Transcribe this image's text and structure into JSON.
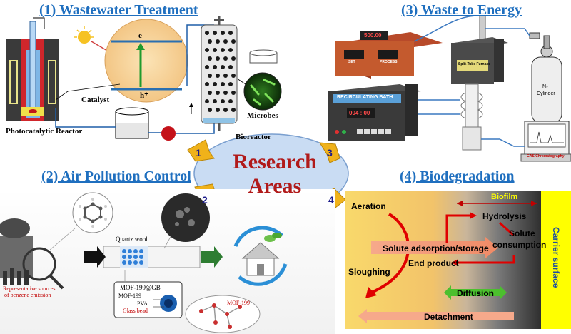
{
  "center": {
    "line1": "Research",
    "line2": "Areas"
  },
  "arrows": [
    "1",
    "2",
    "3",
    "4"
  ],
  "sections": {
    "wastewater": {
      "title": "(1) Wastewater Treatment",
      "labels": {
        "reactor": "Photocatalytic Reactor",
        "catalyst": "Catalyst",
        "electron": "e⁻",
        "hole": "h⁺",
        "microbes": "Microbes",
        "bioreactor": "Bioreactor"
      }
    },
    "energy": {
      "title": "(3) Waste to Energy",
      "labels": {
        "display1": "500.00",
        "display2": "004 : 00",
        "recirc": "RECIRCULATING BATH",
        "set": "SET",
        "process": "PROCESS",
        "furnace": "Split-Tube Furnace",
        "cylinder_line1": "N₂",
        "cylinder_line2": "Cylinder",
        "gc": "GAS Chromatography"
      }
    },
    "air": {
      "title": "(2) Air Pollution Control",
      "labels": {
        "quartz": "Quartz wool",
        "sources_line1": "Representative sources",
        "sources_line2": "of benzene emission",
        "mofgb": "MOF-199@GB",
        "mof": "MOF-199",
        "pva": "PVA",
        "glass": "Glass bead",
        "mof2": "MOF-199"
      }
    },
    "biodegradation": {
      "title": "(4) Biodegradation",
      "labels": {
        "biofilm": "Biofilm",
        "aeration": "Aeration",
        "hydrolysis": "Hydrolysis",
        "solute": "Solute",
        "consumption": "consumption",
        "adsorption": "Solute adsorption/storage",
        "end_product": "End product",
        "sloughing": "Sloughing",
        "diffusion": "Diffusion",
        "detachment": "Detachment",
        "carrier": "Carrier surface"
      }
    }
  },
  "colors": {
    "title_blue": "#1f6fbf",
    "center_red": "#b11a1a",
    "ellipse": "#c9dcf3",
    "arrow_gold": "#f0b21a",
    "carrier_yellow": "#ffff00"
  }
}
